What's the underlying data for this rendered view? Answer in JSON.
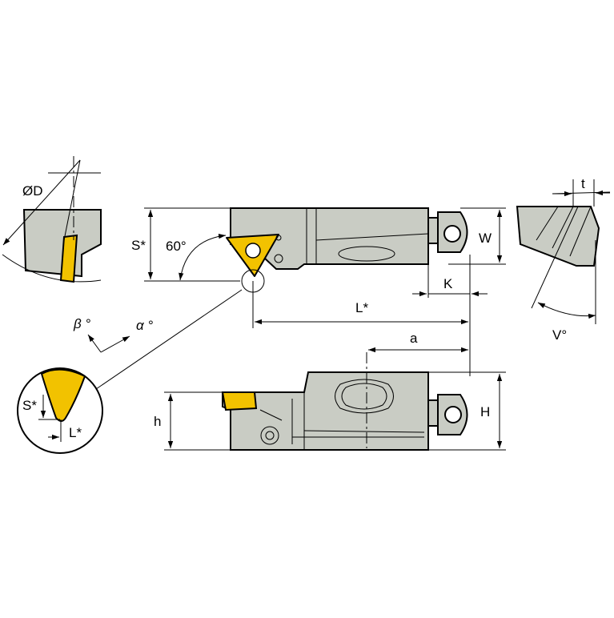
{
  "colors": {
    "body_fill": "#c9ccc4",
    "insert_fill": "#f2c200",
    "line": "#000000"
  },
  "labels": {
    "diameter": "ØD",
    "s_star": "S*",
    "angle_60": "60°",
    "w": "W",
    "k": "K",
    "l_star": "L*",
    "a": "a",
    "h_small": "h",
    "h_big": "H",
    "t": "t",
    "v_angle": "V°",
    "beta": "β °",
    "alpha": "α °",
    "detail_s_star": "S*",
    "detail_l_star": "L*"
  }
}
